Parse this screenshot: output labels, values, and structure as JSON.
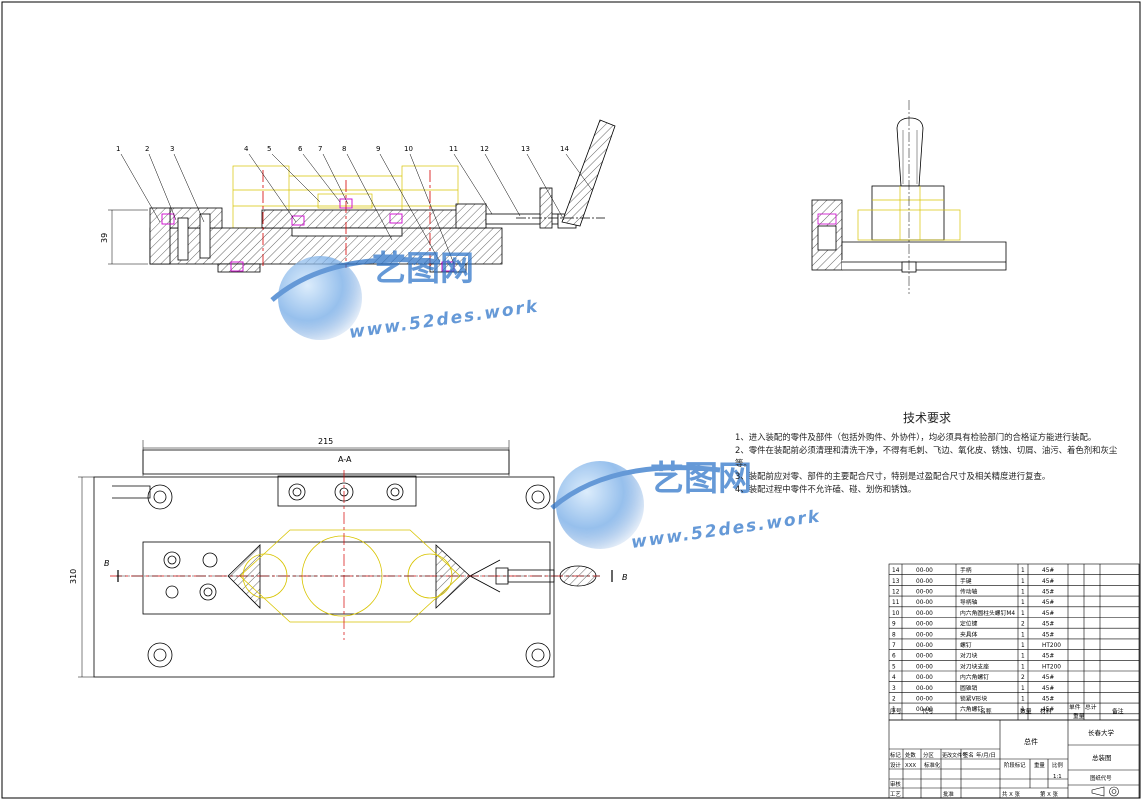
{
  "watermark": {
    "brand": "艺图网",
    "url": "www.52des.work"
  },
  "front_view": {
    "callouts": [
      "1",
      "2",
      "3",
      "4",
      "5",
      "6",
      "7",
      "8",
      "9",
      "10",
      "11",
      "12",
      "13",
      "14"
    ],
    "height_dim": "39"
  },
  "plan_view": {
    "width_dim": "215",
    "height_dim": "310",
    "section_label": "A-A",
    "section_marker_left": "B",
    "section_marker_right": "B"
  },
  "tech_requirements": {
    "title": "技术要求",
    "items": [
      "1、进入装配的零件及部件（包括外购件、外协件），均必须具有检验部门的合格证方能进行装配。",
      "2、零件在装配前必须清理和清洗干净，不得有毛刺、飞边、氧化皮、锈蚀、切屑、油污、着色剂和灰尘等。",
      "3、装配前应对零、部件的主要配合尺寸，特别是过盈配合尺寸及相关精度进行复查。",
      "4、装配过程中零件不允许磕、碰、划伤和锈蚀。"
    ]
  },
  "bom": {
    "headers": [
      "序号",
      "代号",
      "名称",
      "数量",
      "材料",
      "单件",
      "总计",
      "备注"
    ],
    "header_extra": "重量",
    "rows": [
      [
        "14",
        "00-00",
        "手柄",
        "1",
        "45#"
      ],
      [
        "13",
        "00-00",
        "手键",
        "1",
        "45#"
      ],
      [
        "12",
        "00-00",
        "传动轴",
        "1",
        "45#"
      ],
      [
        "11",
        "00-00",
        "导柄轴",
        "1",
        "45#"
      ],
      [
        "10",
        "00-00",
        "内六角圆柱头螺钉M4",
        "1",
        "45#"
      ],
      [
        "9",
        "00-00",
        "定位键",
        "2",
        "45#"
      ],
      [
        "8",
        "00-00",
        "夹具体",
        "1",
        "45#"
      ],
      [
        "7",
        "00-00",
        "螺钉",
        "1",
        "HT200"
      ],
      [
        "6",
        "00-00",
        "对刀块",
        "1",
        "45#"
      ],
      [
        "5",
        "00-00",
        "对刀块支座",
        "1",
        "HT200"
      ],
      [
        "4",
        "00-00",
        "内六角螺钉",
        "2",
        "45#"
      ],
      [
        "3",
        "00-00",
        "圆锥销",
        "1",
        "45#"
      ],
      [
        "2",
        "00-00",
        "锁紧V形块",
        "1",
        "45#"
      ],
      [
        "1",
        "00-00",
        "六角螺钉",
        "1",
        "45#"
      ]
    ]
  },
  "title_block": {
    "part_name": "总件",
    "school": "长春大学",
    "drawing_type": "总装图",
    "drawing_no": "图纸代号",
    "scale": "1:1",
    "labels": {
      "mark": "标记",
      "count": "处数",
      "partition": "分区",
      "change_doc": "更改文件号",
      "sign": "签名",
      "date": "年/月/日",
      "design": "设计",
      "design_name": "XXX",
      "standard": "标准化",
      "stage_mark": "阶段标记",
      "weight": "重量",
      "ratio": "比例",
      "review": "审核",
      "process": "工艺",
      "approve": "批准",
      "sheets_total": "共 X 张",
      "sheet_no": "第 X 张"
    }
  },
  "colors": {
    "line": "#000000",
    "part_yellow": "#d8c400",
    "bolt_magenta": "#cc00cc",
    "center_red": "#d40000",
    "watermark_blue": "#2a72c8"
  }
}
